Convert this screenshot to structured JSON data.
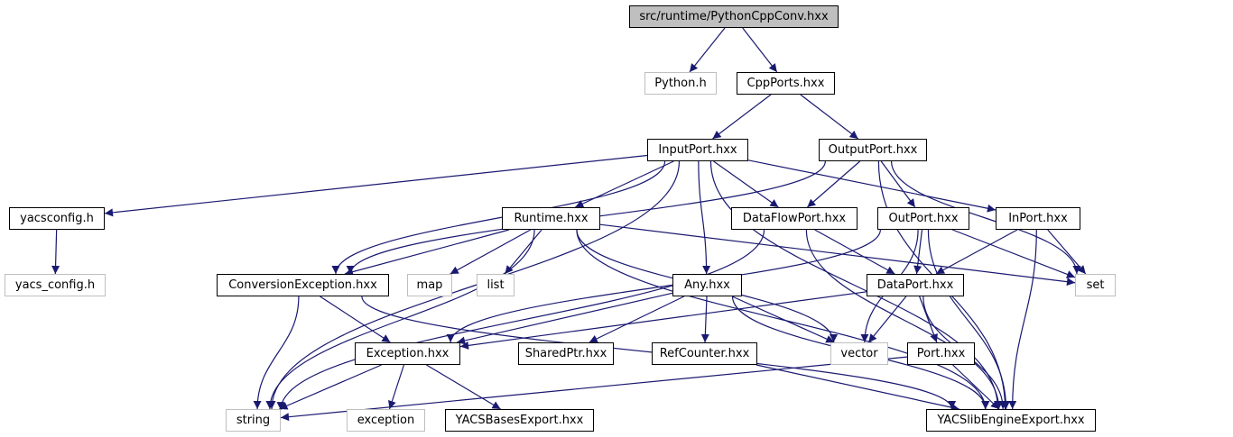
{
  "title": "src/runtime/PythonCppConv.hxx",
  "colors": {
    "edge": "#191970",
    "root_fill": "#bfbfbf",
    "local_border": "#000000",
    "system_border": "#bfbfbf"
  },
  "nodes": [
    {
      "id": "root",
      "label": "src/runtime/PythonCppConv.hxx",
      "kind": "root"
    },
    {
      "id": "python_h",
      "label": "Python.h",
      "kind": "sys"
    },
    {
      "id": "cppports",
      "label": "CppPorts.hxx",
      "kind": "local"
    },
    {
      "id": "inputport",
      "label": "InputPort.hxx",
      "kind": "local"
    },
    {
      "id": "outputport",
      "label": "OutputPort.hxx",
      "kind": "local"
    },
    {
      "id": "yacsconfig",
      "label": "yacsconfig.h",
      "kind": "local"
    },
    {
      "id": "runtime",
      "label": "Runtime.hxx",
      "kind": "local"
    },
    {
      "id": "dataflowport",
      "label": "DataFlowPort.hxx",
      "kind": "local"
    },
    {
      "id": "outport",
      "label": "OutPort.hxx",
      "kind": "local"
    },
    {
      "id": "inport",
      "label": "InPort.hxx",
      "kind": "local"
    },
    {
      "id": "yacs_config",
      "label": "yacs_config.h",
      "kind": "sys"
    },
    {
      "id": "convexc",
      "label": "ConversionException.hxx",
      "kind": "local"
    },
    {
      "id": "map",
      "label": "map",
      "kind": "sys"
    },
    {
      "id": "list",
      "label": "list",
      "kind": "sys"
    },
    {
      "id": "any",
      "label": "Any.hxx",
      "kind": "local"
    },
    {
      "id": "dataport",
      "label": "DataPort.hxx",
      "kind": "local"
    },
    {
      "id": "set",
      "label": "set",
      "kind": "sys"
    },
    {
      "id": "exception_hxx",
      "label": "Exception.hxx",
      "kind": "local"
    },
    {
      "id": "sharedptr",
      "label": "SharedPtr.hxx",
      "kind": "local"
    },
    {
      "id": "refcounter",
      "label": "RefCounter.hxx",
      "kind": "local"
    },
    {
      "id": "vector",
      "label": "vector",
      "kind": "sys"
    },
    {
      "id": "port",
      "label": "Port.hxx",
      "kind": "local"
    },
    {
      "id": "string",
      "label": "string",
      "kind": "sys"
    },
    {
      "id": "exception",
      "label": "exception",
      "kind": "sys"
    },
    {
      "id": "yacsbases",
      "label": "YACSBasesExport.hxx",
      "kind": "local"
    },
    {
      "id": "yacslibengine",
      "label": "YACSlibEngineExport.hxx",
      "kind": "local"
    }
  ],
  "edges": [
    [
      "root",
      "python_h"
    ],
    [
      "root",
      "cppports"
    ],
    [
      "cppports",
      "inputport"
    ],
    [
      "cppports",
      "outputport"
    ],
    [
      "inputport",
      "yacsconfig"
    ],
    [
      "inputport",
      "convexc"
    ],
    [
      "inputport",
      "runtime"
    ],
    [
      "inputport",
      "string"
    ],
    [
      "inputport",
      "any"
    ],
    [
      "inputport",
      "dataflowport"
    ],
    [
      "inputport",
      "inport"
    ],
    [
      "inputport",
      "yacslibengine"
    ],
    [
      "outputport",
      "convexc"
    ],
    [
      "outputport",
      "dataflowport"
    ],
    [
      "outputport",
      "outport"
    ],
    [
      "outputport",
      "set"
    ],
    [
      "outputport",
      "yacslibengine"
    ],
    [
      "yacsconfig",
      "yacs_config"
    ],
    [
      "runtime",
      "convexc"
    ],
    [
      "runtime",
      "string"
    ],
    [
      "runtime",
      "map"
    ],
    [
      "runtime",
      "list"
    ],
    [
      "runtime",
      "set"
    ],
    [
      "runtime",
      "vector"
    ],
    [
      "runtime",
      "yacslibengine"
    ],
    [
      "dataflowport",
      "dataport"
    ],
    [
      "dataflowport",
      "string"
    ],
    [
      "dataflowport",
      "yacslibengine"
    ],
    [
      "outport",
      "dataport"
    ],
    [
      "outport",
      "exception_hxx"
    ],
    [
      "outport",
      "set"
    ],
    [
      "outport",
      "vector"
    ],
    [
      "outport",
      "yacslibengine"
    ],
    [
      "inport",
      "dataport"
    ],
    [
      "inport",
      "set"
    ],
    [
      "inport",
      "yacslibengine"
    ],
    [
      "convexc",
      "exception_hxx"
    ],
    [
      "convexc",
      "string"
    ],
    [
      "convexc",
      "yacslibengine"
    ],
    [
      "any",
      "exception_hxx"
    ],
    [
      "any",
      "sharedptr"
    ],
    [
      "any",
      "refcounter"
    ],
    [
      "any",
      "vector"
    ],
    [
      "any",
      "yacslibengine"
    ],
    [
      "dataport",
      "exception_hxx"
    ],
    [
      "dataport",
      "port"
    ],
    [
      "dataport",
      "vector"
    ],
    [
      "dataport",
      "yacslibengine"
    ],
    [
      "exception_hxx",
      "string"
    ],
    [
      "exception_hxx",
      "exception"
    ],
    [
      "exception_hxx",
      "yacsbases"
    ],
    [
      "refcounter",
      "yacslibengine"
    ],
    [
      "port",
      "string"
    ],
    [
      "port",
      "yacslibengine"
    ]
  ]
}
